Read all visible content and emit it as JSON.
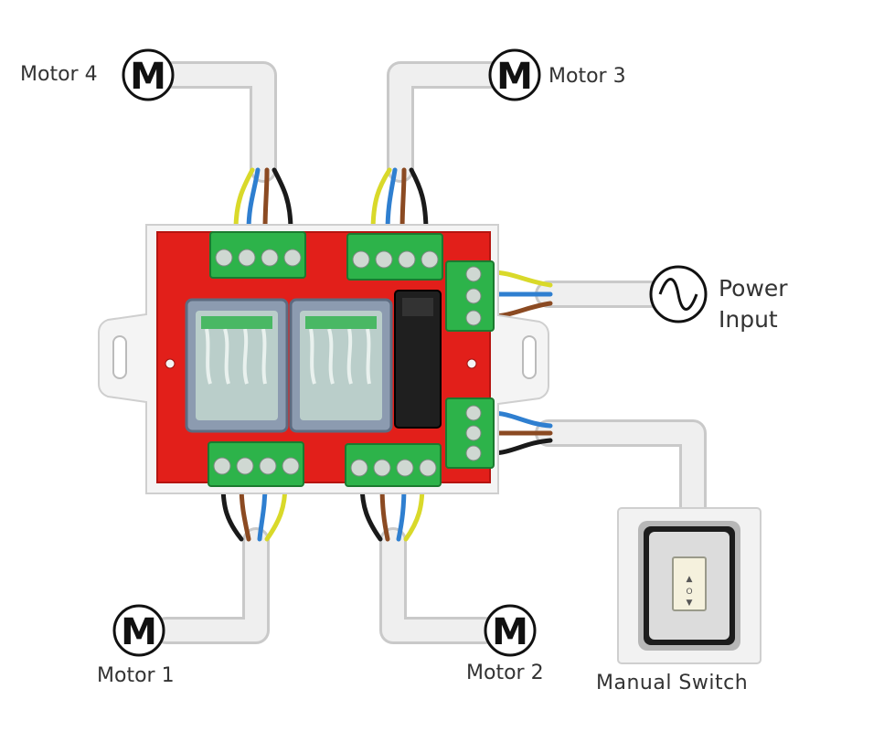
{
  "labels": {
    "motor_4": "Motor 4",
    "motor_3": "Motor 3",
    "motor_1": "Motor 1",
    "motor_2": "Motor 2",
    "power_input_line1": "Power",
    "power_input_line2": "Input",
    "manual_switch": "Manual Switch"
  },
  "motor_symbol": "M",
  "icons": {
    "motor": "circle-letter-M",
    "power": "ac-sine-in-circle",
    "switch": "wall-rocker-switch"
  },
  "colors": {
    "board": "#e21f1a",
    "terminal": "#2db34a",
    "relay": "#8c9bb0",
    "cable": "#e9e9e9",
    "wire_yellow_green": "#d9d92a",
    "wire_blue": "#2f7fd0",
    "wire_brown": "#8b4a22",
    "wire_black": "#1a1a1a"
  }
}
